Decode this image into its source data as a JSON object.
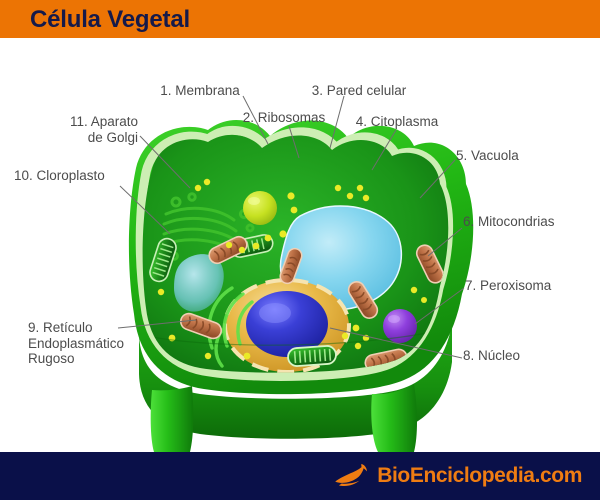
{
  "header": {
    "title": "Célula Vegetal",
    "bg_color": "#ec7404",
    "text_color": "#151a4a"
  },
  "footer": {
    "bg_color": "#0a1049",
    "logo_icon": "bird-leaf-logo-icon",
    "logo_text": "BioEnciclopedia.com",
    "logo_color": "#ef7c12"
  },
  "diagram": {
    "subject": "plant-cell-cross-section",
    "label_color": "#4c4c4c",
    "colors": {
      "cell_wall": "#22b714",
      "cell_wall_dark": "#18930f",
      "membrane": "#bfe8a8",
      "cytoplasm": "#1f9c1c",
      "cytoplasm_dark": "#0f7a12",
      "vacuole": "#7fd6ee",
      "nucleus_ring": "#e8b84b",
      "nucleolus": "#2a2ec9",
      "mitochondria": "#c2754a",
      "chloroplast": "#1d7d1b",
      "peroxisome": "#8a3fd6",
      "ribosome": "#e8e82a"
    },
    "labels": [
      {
        "id": "1",
        "text": "1. Membrana",
        "target": "membrana"
      },
      {
        "id": "2",
        "text": "2. Ribosomas",
        "target": "ribosomas"
      },
      {
        "id": "3",
        "text": "3. Pared celular",
        "target": "pared-celular"
      },
      {
        "id": "4",
        "text": "4. Citoplasma",
        "target": "citoplasma"
      },
      {
        "id": "5",
        "text": "5. Vacuola",
        "target": "vacuola"
      },
      {
        "id": "6",
        "text": "6. Mitocondrias",
        "target": "mitocondrias"
      },
      {
        "id": "7",
        "text": "7. Peroxisoma",
        "target": "peroxisoma"
      },
      {
        "id": "8",
        "text": "8. Núcleo",
        "target": "nucleo"
      },
      {
        "id": "9",
        "text": "9. Retículo\nEndoplasmático\nRugoso",
        "target": "reticulo-endoplasmatico-rugoso"
      },
      {
        "id": "10",
        "text": "10. Cloroplasto",
        "target": "cloroplasto"
      },
      {
        "id": "11",
        "text": "11. Aparato\nde Golgi",
        "target": "aparato-de-golgi"
      }
    ]
  }
}
